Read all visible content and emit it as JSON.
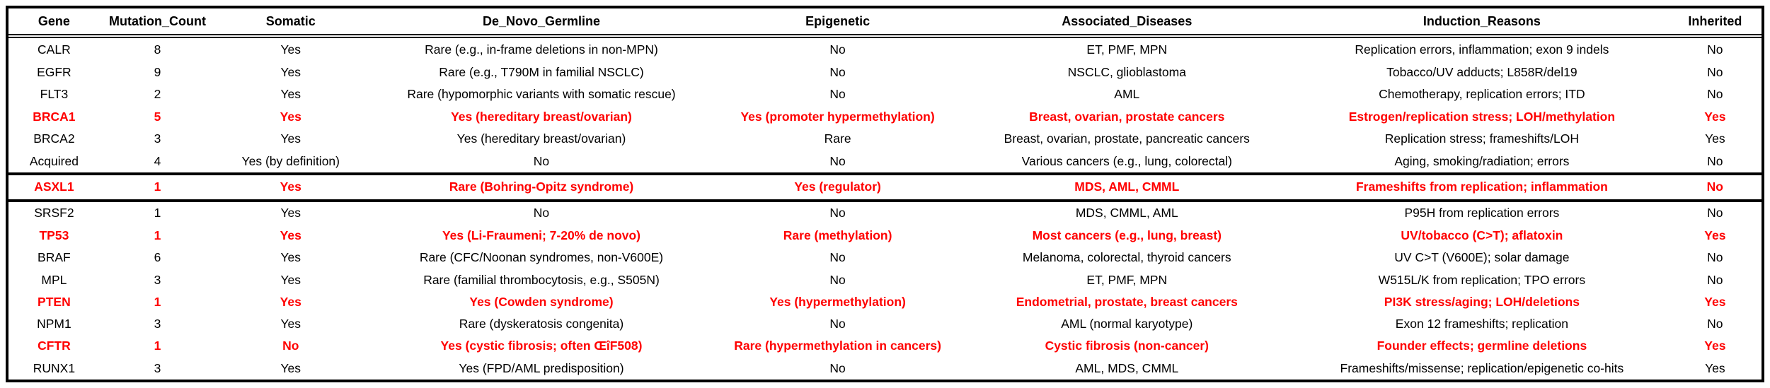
{
  "chart_data": {
    "type": "table",
    "title": "",
    "columns": [
      "Gene",
      "Mutation_Count",
      "Somatic",
      "De_Novo_Germline",
      "Epigenetic",
      "Associated_Diseases",
      "Induction_Reasons",
      "Inherited"
    ],
    "rows": [
      {
        "highlighted": false,
        "boxed": false,
        "cells": [
          "CALR",
          "8",
          "Yes",
          "Rare (e.g., in-frame deletions in non-MPN)",
          "No",
          "ET, PMF, MPN",
          "Replication errors, inflammation; exon 9 indels",
          "No"
        ]
      },
      {
        "highlighted": false,
        "boxed": false,
        "cells": [
          "EGFR",
          "9",
          "Yes",
          "Rare (e.g., T790M in familial NSCLC)",
          "No",
          "NSCLC, glioblastoma",
          "Tobacco/UV adducts; L858R/del19",
          "No"
        ]
      },
      {
        "highlighted": false,
        "boxed": false,
        "cells": [
          "FLT3",
          "2",
          "Yes",
          "Rare (hypomorphic variants with somatic rescue)",
          "No",
          "AML",
          "Chemotherapy, replication errors; ITD",
          "No"
        ]
      },
      {
        "highlighted": true,
        "boxed": false,
        "cells": [
          "BRCA1",
          "5",
          "Yes",
          "Yes (hereditary breast/ovarian)",
          "Yes (promoter hypermethylation)",
          "Breast, ovarian, prostate cancers",
          "Estrogen/replication stress; LOH/methylation",
          "Yes"
        ]
      },
      {
        "highlighted": false,
        "boxed": false,
        "cells": [
          "BRCA2",
          "3",
          "Yes",
          "Yes (hereditary breast/ovarian)",
          "Rare",
          "Breast, ovarian, prostate, pancreatic cancers",
          "Replication stress; frameshifts/LOH",
          "Yes"
        ]
      },
      {
        "highlighted": false,
        "boxed": false,
        "cells": [
          "Acquired",
          "4",
          "Yes (by definition)",
          "No",
          "No",
          "Various cancers (e.g., lung, colorectal)",
          "Aging, smoking/radiation; errors",
          "No"
        ]
      },
      {
        "highlighted": true,
        "boxed": true,
        "cells": [
          "ASXL1",
          "1",
          "Yes",
          "Rare (Bohring-Opitz syndrome)",
          "Yes (regulator)",
          "MDS, AML, CMML",
          "Frameshifts from replication; inflammation",
          "No"
        ]
      },
      {
        "highlighted": false,
        "boxed": false,
        "cells": [
          "SRSF2",
          "1",
          "Yes",
          "No",
          "No",
          "MDS, CMML, AML",
          "P95H from replication errors",
          "No"
        ]
      },
      {
        "highlighted": true,
        "boxed": false,
        "cells": [
          "TP53",
          "1",
          "Yes",
          "Yes (Li-Fraumeni; 7-20% de novo)",
          "Rare (methylation)",
          "Most cancers (e.g., lung, breast)",
          "UV/tobacco (C>T); aflatoxin",
          "Yes"
        ]
      },
      {
        "highlighted": false,
        "boxed": false,
        "cells": [
          "BRAF",
          "6",
          "Yes",
          "Rare (CFC/Noonan syndromes, non-V600E)",
          "No",
          "Melanoma, colorectal, thyroid cancers",
          "UV C>T (V600E); solar damage",
          "No"
        ]
      },
      {
        "highlighted": false,
        "boxed": false,
        "cells": [
          "MPL",
          "3",
          "Yes",
          "Rare (familial thrombocytosis, e.g., S505N)",
          "No",
          "ET, PMF, MPN",
          "W515L/K from replication; TPO errors",
          "No"
        ]
      },
      {
        "highlighted": true,
        "boxed": false,
        "cells": [
          "PTEN",
          "1",
          "Yes",
          "Yes (Cowden syndrome)",
          "Yes (hypermethylation)",
          "Endometrial, prostate, breast cancers",
          "PI3K stress/aging; LOH/deletions",
          "Yes"
        ]
      },
      {
        "highlighted": false,
        "boxed": false,
        "cells": [
          "NPM1",
          "3",
          "Yes",
          "Rare (dyskeratosis congenita)",
          "No",
          "AML (normal karyotype)",
          "Exon 12 frameshifts; replication",
          "No"
        ]
      },
      {
        "highlighted": true,
        "boxed": false,
        "cells": [
          "CFTR",
          "1",
          "No",
          "Yes (cystic fibrosis; often ŒîF508)",
          "Rare (hypermethylation in cancers)",
          "Cystic fibrosis (non-cancer)",
          "Founder effects; germline deletions",
          "Yes"
        ]
      },
      {
        "highlighted": false,
        "boxed": false,
        "cells": [
          "RUNX1",
          "3",
          "Yes",
          "Yes (FPD/AML predisposition)",
          "No",
          "AML, MDS, CMML",
          "Frameshifts/missense; replication/epigenetic co-hits",
          "Yes"
        ]
      }
    ],
    "layout_hints": {
      "grid": "outer border only, double rule under header, thick rule box around ASXL1 row",
      "alignment": "all cells centered"
    }
  },
  "colors": {
    "highlight_text": "#FF0000",
    "normal_text": "#000000",
    "border": "#000000",
    "background": "#FFFFFF"
  }
}
